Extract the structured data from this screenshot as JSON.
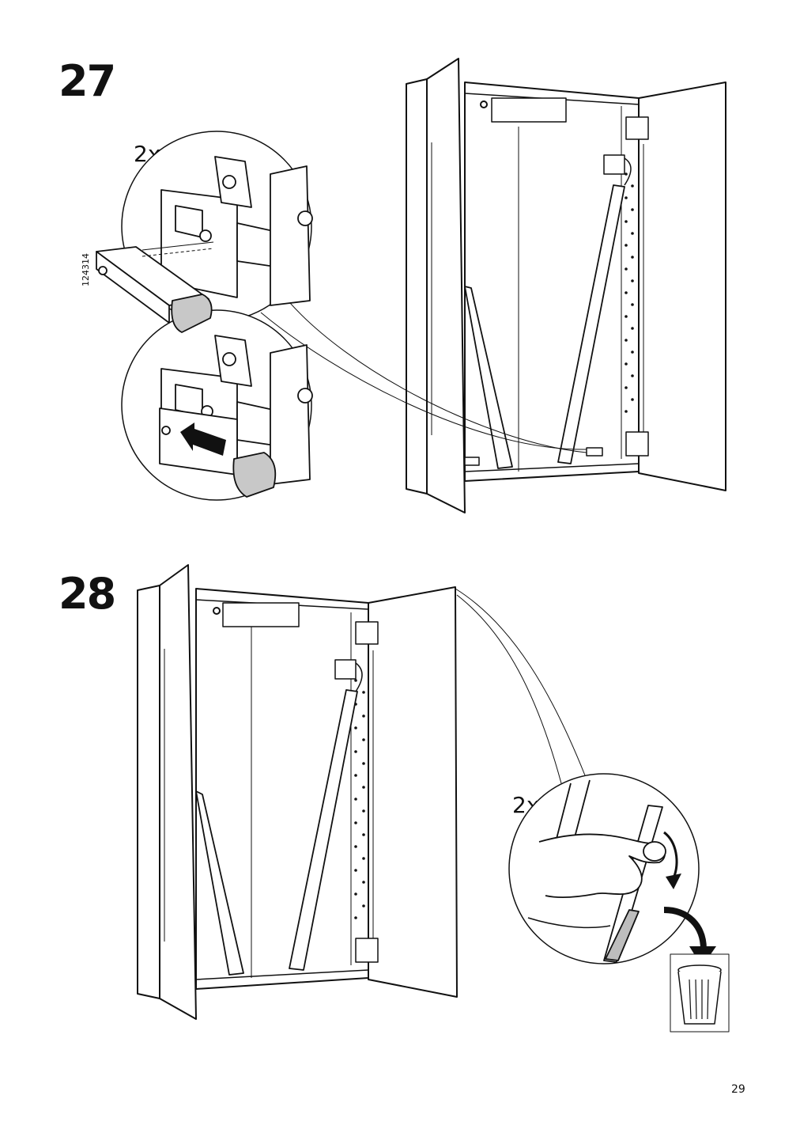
{
  "steps": [
    {
      "number": "27",
      "quantity": "2x",
      "part_code": "124314"
    },
    {
      "number": "28",
      "quantity": "2x"
    }
  ],
  "page_number": "29",
  "icons": {
    "step27_detail_top": "hinge-damper-icon",
    "step27_detail_bottom": "push-damper-icon",
    "step28_detail": "hand-peel-tape-icon",
    "step28_bin": "trash-bin-icon"
  }
}
